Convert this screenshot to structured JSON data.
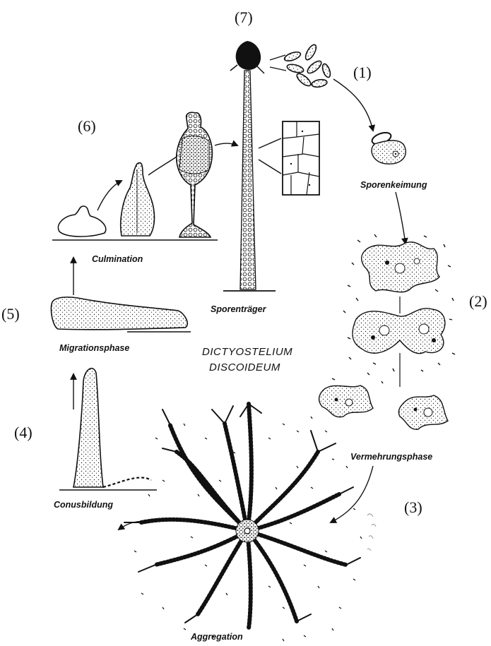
{
  "stage_numbers": {
    "n1": "(1)",
    "n2": "(2)",
    "n3": "(3)",
    "n4": "(4)",
    "n5": "(5)",
    "n6": "(6)",
    "n7": "(7)"
  },
  "labels": {
    "sporenkeimung": "Sporenkeimung",
    "vermehrungsphase": "Vermehrungsphase",
    "aggregation": "Aggregation",
    "conusbildung": "Conusbildung",
    "migrationsphase": "Migrationsphase",
    "culmination": "Culmination",
    "sporentraeger": "Sporenträger"
  },
  "title": {
    "line1": "DICTYOSTELIUM",
    "line2": "DISCOIDEUM"
  },
  "colors": {
    "ink": "#111111",
    "paper": "#ffffff"
  }
}
